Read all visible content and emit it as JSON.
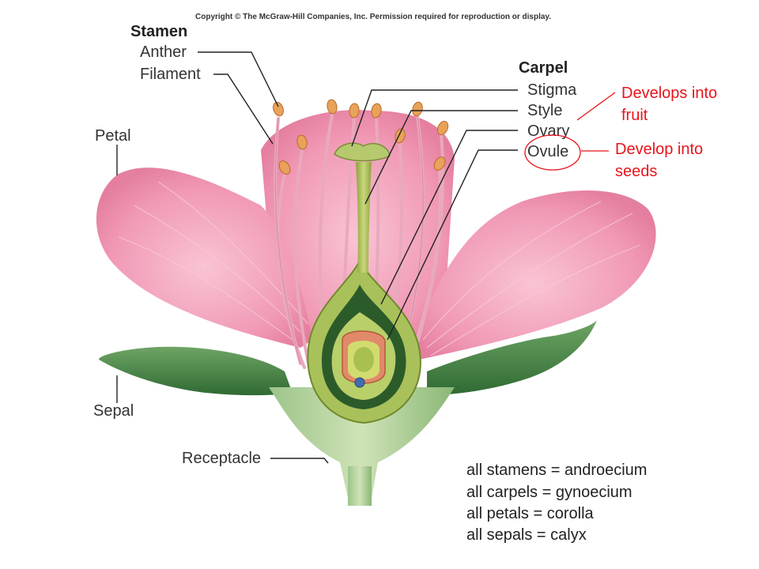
{
  "copyright": "Copyright © The McGraw-Hill Companies, Inc. Permission required for reproduction or display.",
  "stamen": {
    "title": "Stamen",
    "anther": "Anther",
    "filament": "Filament"
  },
  "carpel": {
    "title": "Carpel",
    "stigma": "Stigma",
    "style": "Style",
    "ovary": "Ovary",
    "ovule": "Ovule"
  },
  "labels": {
    "petal": "Petal",
    "sepal": "Sepal",
    "receptacle": "Receptacle"
  },
  "annotations": {
    "ovary_line1": "Develops into",
    "ovary_line2": "fruit",
    "ovule_line1": "Develop into",
    "ovule_line2": "seeds"
  },
  "summary": [
    "all stamens = androecium",
    "all carpels = gynoecium",
    "all petals = corolla",
    "all sepals = calyx"
  ],
  "colors": {
    "petal": "#f2a3bd",
    "sepal": "#4f8c4a",
    "carpel": "#a9c15a",
    "annotation": "#e8141c"
  }
}
